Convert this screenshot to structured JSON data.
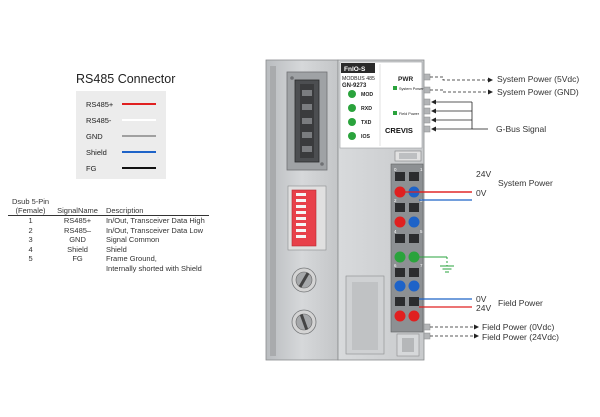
{
  "connector": {
    "title": "RS485 Connector",
    "legend": [
      {
        "label": "RS485+",
        "color": "#e02020"
      },
      {
        "label": "RS485-",
        "color": "#ffffff"
      },
      {
        "label": "GND",
        "color": "#a0a0a0"
      },
      {
        "label": "Shield",
        "color": "#1e63c8"
      },
      {
        "label": "FG",
        "color": "#111111"
      }
    ]
  },
  "pin_table": {
    "headers": {
      "pin_line1": "Dsub 5-Pin",
      "pin_line2": "(Female)",
      "signal": "SignalName",
      "desc": "Description"
    },
    "rows": [
      {
        "pin": "1",
        "signal": "RS485+",
        "desc": "In/Out, Transceiver Data High"
      },
      {
        "pin": "2",
        "signal": "RS485–",
        "desc": "In/Out, Transceiver Data Low"
      },
      {
        "pin": "3",
        "signal": "GND",
        "desc": "Signal Common"
      },
      {
        "pin": "4",
        "signal": "Shield",
        "desc": "Shield"
      },
      {
        "pin": "5",
        "signal": "FG",
        "desc": "Frame Ground,"
      },
      {
        "pin": "",
        "signal": "",
        "desc": "Internally shorted with Shield"
      }
    ]
  },
  "device": {
    "brand_tag": "FnIO-S",
    "model_line1": "MODBUS 485",
    "model_line2": "GN-9273",
    "leds": [
      "MOD",
      "RXD",
      "TXD",
      "IOS"
    ],
    "pwr_label": "PWR",
    "pwr_leds": [
      "System Power",
      "Field Power"
    ],
    "vendor": "CREVIS",
    "terminal_numbers": [
      "0",
      "1",
      "2",
      "3",
      "4",
      "5",
      "6",
      "7"
    ],
    "colors": {
      "red": "#e02020",
      "blue": "#1e63c8",
      "green": "#2aa33c"
    }
  },
  "annotations": {
    "system_power_5v": "System Power (5Vdc)",
    "system_power_gnd": "System Power (GND)",
    "gbus": "G-Bus Signal",
    "v24_top": "24V",
    "v0_top": "0V",
    "system_power": "System Power",
    "v0_bottom": "0V",
    "v24_bottom": "24V",
    "field_power": "Field Power",
    "field_power_0v": "Field Power (0Vdc)",
    "field_power_24v": "Field Power (24Vdc)"
  }
}
